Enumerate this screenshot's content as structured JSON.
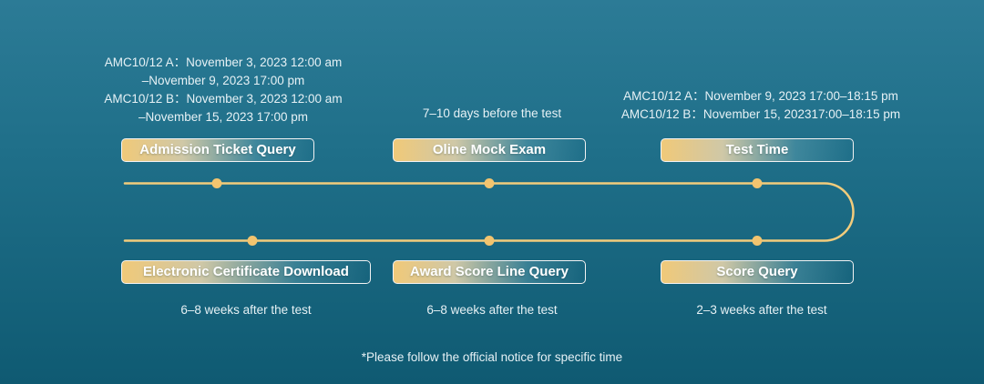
{
  "colors": {
    "track": "#f2cc7c",
    "dot": "#f2c46f",
    "button_border": "#f3f3f3"
  },
  "top_stages": [
    {
      "label": "Admission Ticket Query",
      "dates": [
        "AMC10/12 A：November 3, 2023 12:00 am",
        "–November 9, 2023 17:00 pm",
        "AMC10/12 B：November 3, 2023 12:00 am",
        "–November 15, 2023 17:00 pm"
      ]
    },
    {
      "label": "Oline Mock Exam",
      "dates": [
        "7–10 days before the test"
      ]
    },
    {
      "label": "Test Time",
      "dates": [
        "AMC10/12 A：November 9, 2023 17:00–18:15 pm",
        "AMC10/12 B：November 15, 202317:00–18:15 pm"
      ]
    }
  ],
  "bottom_stages": [
    {
      "label": "Electronic Certificate Download",
      "note": "6–8 weeks after the test"
    },
    {
      "label": "Award Score Line Query",
      "note": "6–8 weeks after the test"
    },
    {
      "label": "Score Query",
      "note": "2–3 weeks after the test"
    }
  ],
  "footnote": "*Please follow the official notice for specific time"
}
